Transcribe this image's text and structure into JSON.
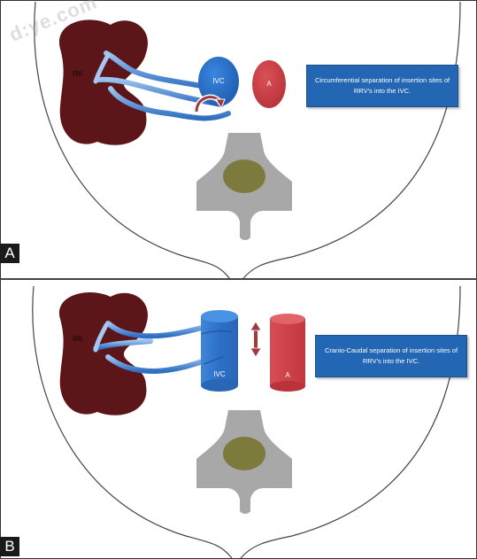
{
  "watermark": "d:ye.com",
  "panels": [
    {
      "letter": "A",
      "kidney_label": "RK",
      "ivc_label": "IVC",
      "aorta_label": "A",
      "callout": "Circumferential separation of insertion sites of RRV's into the IVC."
    },
    {
      "letter": "B",
      "kidney_label": "RK",
      "ivc_label": "IVC",
      "aorta_label": "A",
      "callout": "Cranio-Caudal separation of insertion sites of RRV's into the IVC."
    }
  ],
  "colors": {
    "kidney": "#5c1519",
    "ivc": "#2c6fc7",
    "aorta": "#cc3d44",
    "vertebra": "#a8a8a8",
    "vertebral_body": "#7d7a3e",
    "callout": "#2366b4"
  }
}
